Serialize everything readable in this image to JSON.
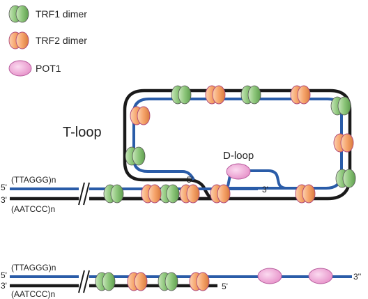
{
  "legend": {
    "trf1": "TRF1 dimer",
    "trf2": "TRF2 dimer",
    "pot1": "POT1"
  },
  "labels": {
    "t_loop": "T-loop",
    "d_loop": "D-loop",
    "top_5prime": "5'",
    "top_3prime": "3'",
    "bottom_5prime_end": "5'",
    "bottom_3prime_end": "3''"
  },
  "strands": {
    "g_rich": "(TTAGGG)n",
    "c_rich": "(AATCCC)n"
  },
  "colors": {
    "g_strand": "#2a5ca8",
    "c_strand": "#1a1a1a",
    "trf1": "#9ccf8c",
    "trf2": "#f6a46a",
    "pot1": "#f0a6d2"
  }
}
